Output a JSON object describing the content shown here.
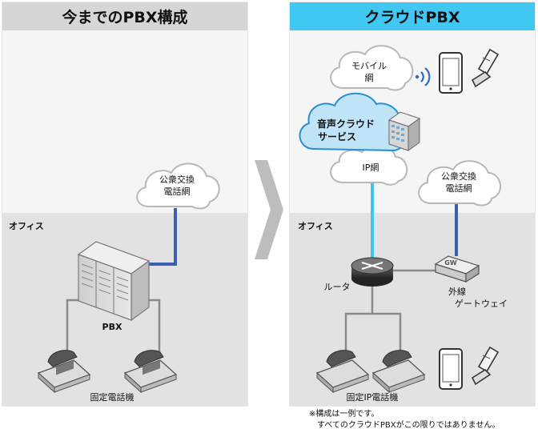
{
  "left_panel": {
    "title": "今までのPBX構成",
    "office_label": "オフィス",
    "pstn_line1": "公衆交換",
    "pstn_line2": "電話網",
    "pbx_label": "PBX",
    "phones_label": "固定電話機"
  },
  "right_panel": {
    "title": "クラウドPBX",
    "mobile_line1": "モバイル",
    "mobile_line2": "網",
    "voice_line1": "音声クラウド",
    "voice_line2": "サービス",
    "ip_net": "IP網",
    "pstn_line1": "公衆交換",
    "pstn_line2": "電話網",
    "office_label": "オフィス",
    "router_label": "ルータ",
    "gateway_line1": "外線",
    "gateway_line2": "ゲートウェイ",
    "gateway_badge": "GW",
    "ip_phones_label": "固定IP電話機"
  },
  "footnote": {
    "line1": "※構成は一例です。",
    "line2": "すべてのクラウドPBXがこの限りではありません。"
  },
  "colors": {
    "left_header": "#d6d6d6",
    "right_header": "#41c8f2",
    "office_bg": "#e2e2e2",
    "line_gray": "#8a8a8a",
    "line_blue": "#3b5fb0",
    "line_cyan": "#3fc6ee",
    "voice_cloud": "#bfe3f7"
  }
}
